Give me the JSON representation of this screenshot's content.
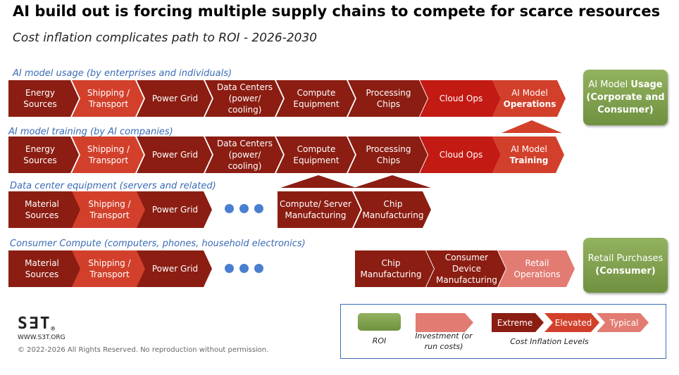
{
  "title": "AI build out is forcing multiple supply chains to compete for scarce resources",
  "subtitle": "Cost inflation complicates path to ROI - 2026-2030",
  "colors": {
    "extreme": "#8b1d12",
    "elevated": "#d2402b",
    "typical": "#e27c72",
    "cloud_ops": "#c41a14",
    "roi_green": "#7c9c4a",
    "label_blue": "#3a6bb5",
    "dots": "#4a7fd0"
  },
  "rows": [
    {
      "label": "AI model usage (by enterprises and individuals)",
      "steps": [
        {
          "lines": [
            "Energy",
            "Sources"
          ],
          "level": "extreme"
        },
        {
          "lines": [
            "Shipping /",
            "Transport"
          ],
          "level": "elevated"
        },
        {
          "lines": [
            "Power Grid"
          ],
          "level": "extreme"
        },
        {
          "lines": [
            "Data Centers",
            "(power/",
            "cooling)"
          ],
          "level": "extreme"
        },
        {
          "lines": [
            "Compute",
            "Equipment"
          ],
          "level": "extreme"
        },
        {
          "lines": [
            "Processing",
            "Chips"
          ],
          "level": "extreme"
        },
        {
          "lines": [
            "Cloud Ops"
          ],
          "level": "cloud"
        },
        {
          "lines": [
            "AI Model"
          ],
          "bold_line": "Operations",
          "level": "elevated"
        }
      ]
    },
    {
      "label": "AI model training (by AI companies)",
      "steps": [
        {
          "lines": [
            "Energy",
            "Sources"
          ],
          "level": "extreme"
        },
        {
          "lines": [
            "Shipping /",
            "Transport"
          ],
          "level": "elevated"
        },
        {
          "lines": [
            "Power Grid"
          ],
          "level": "extreme"
        },
        {
          "lines": [
            "Data Centers",
            "(power/",
            "cooling)"
          ],
          "level": "extreme"
        },
        {
          "lines": [
            "Compute",
            "Equipment"
          ],
          "level": "extreme"
        },
        {
          "lines": [
            "Processing",
            "Chips"
          ],
          "level": "extreme"
        },
        {
          "lines": [
            "Cloud Ops"
          ],
          "level": "cloud"
        },
        {
          "lines": [
            "AI Model"
          ],
          "bold_line": "Training",
          "level": "elevated"
        }
      ]
    },
    {
      "label": "Data center equipment (servers and related)",
      "steps": [
        {
          "lines": [
            "Material",
            "Sources"
          ],
          "level": "extreme"
        },
        {
          "lines": [
            "Shipping /",
            "Transport"
          ],
          "level": "elevated"
        },
        {
          "lines": [
            "Power Grid"
          ],
          "level": "extreme"
        },
        {
          "lines": [
            "Compute/ Server",
            "Manufacturing"
          ],
          "level": "extreme"
        },
        {
          "lines": [
            "Chip",
            "Manufacturing"
          ],
          "level": "extreme"
        }
      ]
    },
    {
      "label": "Consumer Compute (computers, phones, household electronics)",
      "steps": [
        {
          "lines": [
            "Material",
            "Sources"
          ],
          "level": "extreme"
        },
        {
          "lines": [
            "Shipping /",
            "Transport"
          ],
          "level": "elevated"
        },
        {
          "lines": [
            "Power Grid"
          ],
          "level": "extreme"
        },
        {
          "lines": [
            "Chip",
            "Manufacturing"
          ],
          "level": "extreme"
        },
        {
          "lines": [
            "Consumer",
            "Device",
            "Manufacturing"
          ],
          "level": "extreme"
        },
        {
          "lines": [
            "Retail",
            "Operations"
          ],
          "level": "typical"
        }
      ]
    }
  ],
  "outcomes": {
    "ai_usage": {
      "line1": "AI Model ",
      "line1_bold": "Usage",
      "line2_bold": "(Corporate and",
      "line3_bold": "Consumer)"
    },
    "retail": {
      "line1": "Retail Purchases",
      "line2_bold": "(Consumer)"
    }
  },
  "legend": {
    "roi_label": "ROI",
    "investment_label": "Investment (or run costs)",
    "levels": [
      "Extreme",
      "Elevated",
      "Typical"
    ],
    "levels_caption": "Cost Inflation Levels"
  },
  "logo": {
    "text": "S∃T",
    "registered": "®",
    "url": "WWW.S3T.ORG"
  },
  "copyright": "© 2022-2026 All Rights Reserved. No reproduction without permission."
}
